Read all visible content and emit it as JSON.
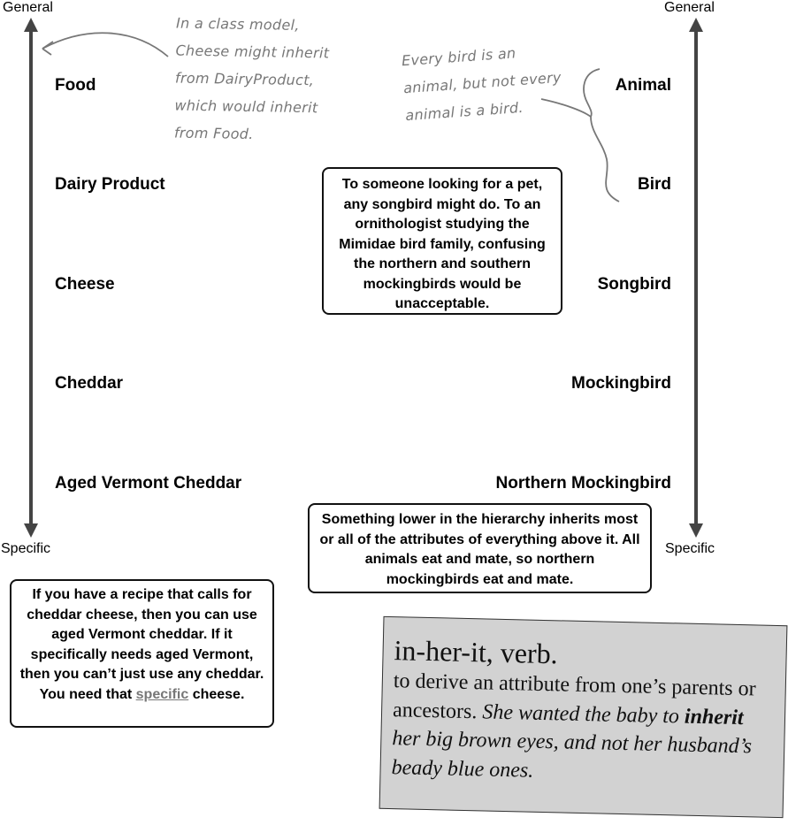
{
  "axes": {
    "left_top": "General",
    "left_bottom": "Specific",
    "right_top": "General",
    "right_bottom": "Specific"
  },
  "left_hierarchy": [
    "Food",
    "Dairy Product",
    "Cheese",
    "Cheddar",
    "Aged Vermont Cheddar"
  ],
  "right_hierarchy": [
    "Animal",
    "Bird",
    "Songbird",
    "Mockingbird",
    "Northern Mockingbird"
  ],
  "handwritten": {
    "cheese_note": [
      "In a class model,",
      "Cheese might inherit",
      "from DairyProduct,",
      "which would inherit",
      "from Food."
    ],
    "bird_note": [
      "Every bird is an",
      "animal, but not every",
      "animal is a bird."
    ]
  },
  "boxes": {
    "ornithologist": "To someone looking for a pet, any songbird might do. To an ornithologist studying the Mimidae bird family, confusing the northern and southern mockingbirds would be unacceptable.",
    "hierarchy": "Something lower in the hierarchy inherits most or all of the attributes of everything above it. All animals eat and mate, so northern mockingbirds eat and mate.",
    "recipe_before": "If you have a recipe that calls for cheddar cheese, then you can use aged Vermont cheddar. If it specifically needs aged Vermont, then you can’t just use any cheddar. You need that",
    "recipe_emphasis": "specific",
    "recipe_after": "cheese."
  },
  "definition": {
    "headword": "in-her-it, verb.",
    "meaning": "to derive an attribute from one’s parents or ancestors.",
    "example_before": "She wanted the baby to",
    "example_emphasis": "inherit",
    "example_after": "her big brown eyes, and not her husband’s beady blue ones."
  }
}
